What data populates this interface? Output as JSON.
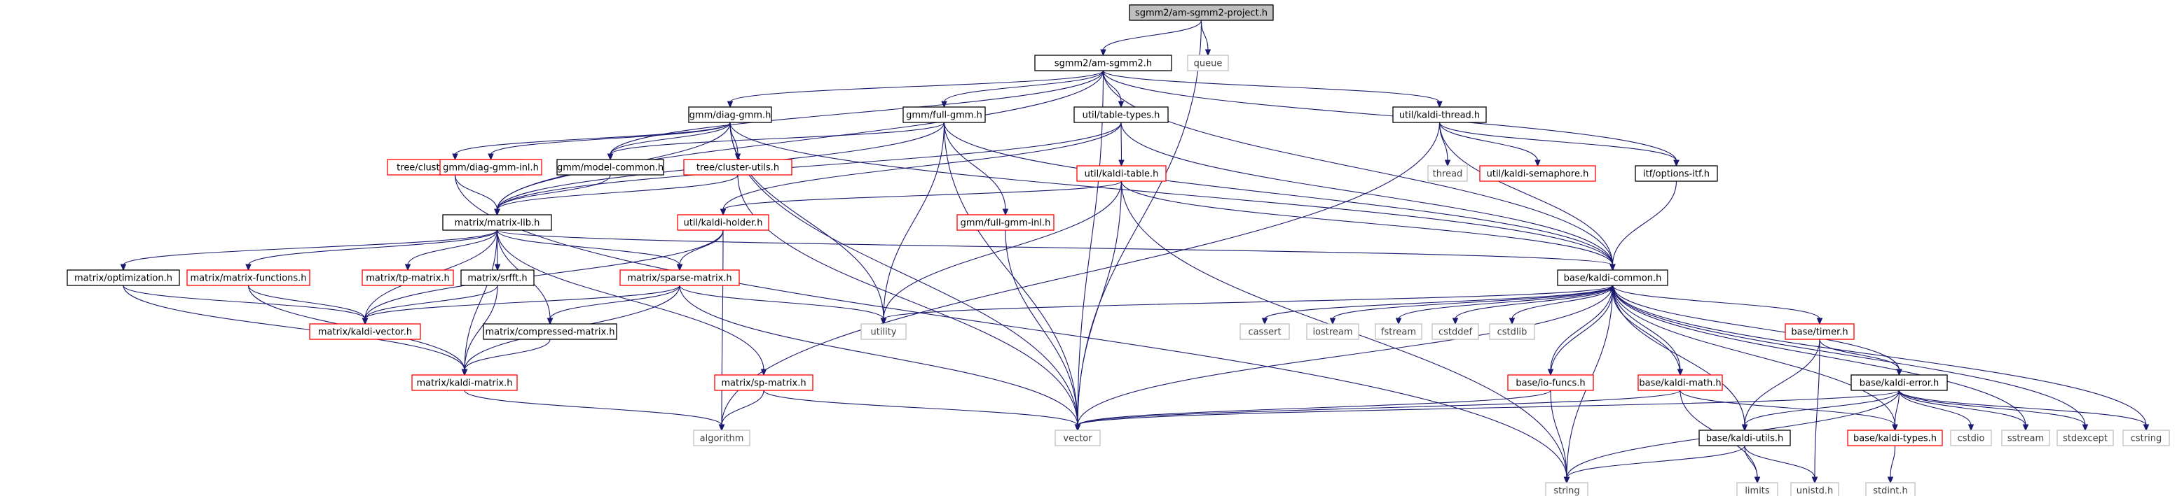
{
  "colors": {
    "edge": "#191970",
    "root_fill": "#bfbfbf",
    "normal_border": "#000000",
    "incomplete_border": "#ff0000",
    "external_border": "#bfbfbf"
  },
  "nodes": [
    {
      "id": "root",
      "label": "sgmm2/am-sgmm2-project.h",
      "kind": "root"
    },
    {
      "id": "amsgmm2",
      "label": "sgmm2/am-sgmm2.h",
      "kind": "normal"
    },
    {
      "id": "queue",
      "label": "queue",
      "kind": "grey"
    },
    {
      "id": "diaggmm",
      "label": "gmm/diag-gmm.h",
      "kind": "normal"
    },
    {
      "id": "fullgmm",
      "label": "gmm/full-gmm.h",
      "kind": "normal"
    },
    {
      "id": "tabletypes",
      "label": "util/table-types.h",
      "kind": "normal"
    },
    {
      "id": "kaldithread",
      "label": "util/kaldi-thread.h",
      "kind": "normal"
    },
    {
      "id": "clusterable",
      "label": "tree/clusterable-classes.h",
      "kind": "red"
    },
    {
      "id": "diaggmminl",
      "label": "gmm/diag-gmm-inl.h",
      "kind": "red"
    },
    {
      "id": "modelcommon",
      "label": "gmm/model-common.h",
      "kind": "normal"
    },
    {
      "id": "clusterutils",
      "label": "tree/cluster-utils.h",
      "kind": "red"
    },
    {
      "id": "kalditable",
      "label": "util/kaldi-table.h",
      "kind": "red"
    },
    {
      "id": "thread",
      "label": "thread",
      "kind": "grey"
    },
    {
      "id": "semaphore",
      "label": "util/kaldi-semaphore.h",
      "kind": "red"
    },
    {
      "id": "optionsitf",
      "label": "itf/options-itf.h",
      "kind": "normal"
    },
    {
      "id": "matrixlib",
      "label": "matrix/matrix-lib.h",
      "kind": "normal"
    },
    {
      "id": "kaldiholder",
      "label": "util/kaldi-holder.h",
      "kind": "red"
    },
    {
      "id": "fullgmminl",
      "label": "gmm/full-gmm-inl.h",
      "kind": "red"
    },
    {
      "id": "kaldicommon",
      "label": "base/kaldi-common.h",
      "kind": "normal"
    },
    {
      "id": "optimization",
      "label": "matrix/optimization.h",
      "kind": "normal"
    },
    {
      "id": "matrixfunctions",
      "label": "matrix/matrix-functions.h",
      "kind": "red"
    },
    {
      "id": "tpmatrix",
      "label": "matrix/tp-matrix.h",
      "kind": "red"
    },
    {
      "id": "srfft",
      "label": "matrix/srfft.h",
      "kind": "normal"
    },
    {
      "id": "sparsematrix",
      "label": "matrix/sparse-matrix.h",
      "kind": "red"
    },
    {
      "id": "kaldivector",
      "label": "matrix/kaldi-vector.h",
      "kind": "red"
    },
    {
      "id": "utility",
      "label": "utility",
      "kind": "grey"
    },
    {
      "id": "compressed",
      "label": "matrix/compressed-matrix.h",
      "kind": "normal"
    },
    {
      "id": "kaldimatrix",
      "label": "matrix/kaldi-matrix.h",
      "kind": "red"
    },
    {
      "id": "spmatrix",
      "label": "matrix/sp-matrix.h",
      "kind": "red"
    },
    {
      "id": "algorithm",
      "label": "algorithm",
      "kind": "grey"
    },
    {
      "id": "vector",
      "label": "vector",
      "kind": "grey"
    },
    {
      "id": "string",
      "label": "string",
      "kind": "grey"
    },
    {
      "id": "cassert",
      "label": "cassert",
      "kind": "grey"
    },
    {
      "id": "iostream",
      "label": "iostream",
      "kind": "grey"
    },
    {
      "id": "fstream",
      "label": "fstream",
      "kind": "grey"
    },
    {
      "id": "cstddef",
      "label": "cstddef",
      "kind": "grey"
    },
    {
      "id": "cstdlib",
      "label": "cstdlib",
      "kind": "grey"
    },
    {
      "id": "timer",
      "label": "base/timer.h",
      "kind": "red"
    },
    {
      "id": "iofuncs",
      "label": "base/io-funcs.h",
      "kind": "red"
    },
    {
      "id": "kaldimath",
      "label": "base/kaldi-math.h",
      "kind": "red"
    },
    {
      "id": "kaldierror",
      "label": "base/kaldi-error.h",
      "kind": "normal"
    },
    {
      "id": "kaldiutils",
      "label": "base/kaldi-utils.h",
      "kind": "normal"
    },
    {
      "id": "kalditypes",
      "label": "base/kaldi-types.h",
      "kind": "red"
    },
    {
      "id": "cstdio",
      "label": "cstdio",
      "kind": "grey"
    },
    {
      "id": "sstream",
      "label": "sstream",
      "kind": "grey"
    },
    {
      "id": "stdexcept",
      "label": "stdexcept",
      "kind": "grey"
    },
    {
      "id": "cstring",
      "label": "cstring",
      "kind": "grey"
    },
    {
      "id": "limits",
      "label": "limits",
      "kind": "grey"
    },
    {
      "id": "unistdh",
      "label": "unistd.h",
      "kind": "grey"
    },
    {
      "id": "stdinth",
      "label": "stdint.h",
      "kind": "grey"
    }
  ],
  "edges": [
    [
      "root",
      "amsgmm2"
    ],
    [
      "root",
      "queue"
    ],
    [
      "root",
      "vector"
    ],
    [
      "amsgmm2",
      "diaggmm"
    ],
    [
      "amsgmm2",
      "fullgmm"
    ],
    [
      "amsgmm2",
      "tabletypes"
    ],
    [
      "amsgmm2",
      "kaldithread"
    ],
    [
      "amsgmm2",
      "matrixlib"
    ],
    [
      "amsgmm2",
      "modelcommon"
    ],
    [
      "amsgmm2",
      "optionsitf"
    ],
    [
      "amsgmm2",
      "kaldicommon"
    ],
    [
      "amsgmm2",
      "vector"
    ],
    [
      "diaggmm",
      "clusterable"
    ],
    [
      "diaggmm",
      "diaggmminl"
    ],
    [
      "diaggmm",
      "modelcommon"
    ],
    [
      "diaggmm",
      "clusterutils"
    ],
    [
      "diaggmm",
      "matrixlib"
    ],
    [
      "diaggmm",
      "kaldicommon"
    ],
    [
      "diaggmm",
      "utility"
    ],
    [
      "diaggmm",
      "vector"
    ],
    [
      "fullgmm",
      "modelcommon"
    ],
    [
      "fullgmm",
      "matrixlib"
    ],
    [
      "fullgmm",
      "fullgmminl"
    ],
    [
      "fullgmm",
      "kaldicommon"
    ],
    [
      "fullgmm",
      "utility"
    ],
    [
      "fullgmm",
      "vector"
    ],
    [
      "tabletypes",
      "kalditable"
    ],
    [
      "tabletypes",
      "kaldiholder"
    ],
    [
      "tabletypes",
      "matrixlib"
    ],
    [
      "tabletypes",
      "kaldicommon"
    ],
    [
      "kaldithread",
      "thread"
    ],
    [
      "kaldithread",
      "semaphore"
    ],
    [
      "kaldithread",
      "optionsitf"
    ],
    [
      "kaldithread",
      "kaldicommon"
    ],
    [
      "kaldithread",
      "algorithm"
    ],
    [
      "clusterable",
      "matrixlib"
    ],
    [
      "clusterable",
      "string"
    ],
    [
      "modelcommon",
      "matrixlib"
    ],
    [
      "clusterutils",
      "matrixlib"
    ],
    [
      "clusterutils",
      "vector"
    ],
    [
      "kalditable",
      "kaldiholder"
    ],
    [
      "kalditable",
      "kaldicommon"
    ],
    [
      "kalditable",
      "utility"
    ],
    [
      "kalditable",
      "vector"
    ],
    [
      "kalditable",
      "string"
    ],
    [
      "optionsitf",
      "kaldicommon"
    ],
    [
      "kaldiholder",
      "sparsematrix"
    ],
    [
      "kaldiholder",
      "kaldivector"
    ],
    [
      "kaldiholder",
      "algorithm"
    ],
    [
      "fullgmminl",
      "vector"
    ],
    [
      "matrixlib",
      "optimization"
    ],
    [
      "matrixlib",
      "matrixfunctions"
    ],
    [
      "matrixlib",
      "tpmatrix"
    ],
    [
      "matrixlib",
      "srfft"
    ],
    [
      "matrixlib",
      "sparsematrix"
    ],
    [
      "matrixlib",
      "kaldivector"
    ],
    [
      "matrixlib",
      "compressed"
    ],
    [
      "matrixlib",
      "kaldimatrix"
    ],
    [
      "matrixlib",
      "spmatrix"
    ],
    [
      "matrixlib",
      "kaldicommon"
    ],
    [
      "optimization",
      "kaldivector"
    ],
    [
      "optimization",
      "kaldimatrix"
    ],
    [
      "matrixfunctions",
      "kaldivector"
    ],
    [
      "matrixfunctions",
      "kaldimatrix"
    ],
    [
      "srfft",
      "kaldivector"
    ],
    [
      "srfft",
      "kaldimatrix"
    ],
    [
      "sparsematrix",
      "kaldivector"
    ],
    [
      "sparsematrix",
      "compressed"
    ],
    [
      "sparsematrix",
      "kaldimatrix"
    ],
    [
      "sparsematrix",
      "utility"
    ],
    [
      "sparsematrix",
      "vector"
    ],
    [
      "compressed",
      "kaldimatrix"
    ],
    [
      "kaldimatrix",
      "algorithm"
    ],
    [
      "spmatrix",
      "algorithm"
    ],
    [
      "spmatrix",
      "vector"
    ],
    [
      "kaldicommon",
      "cassert"
    ],
    [
      "kaldicommon",
      "iostream"
    ],
    [
      "kaldicommon",
      "fstream"
    ],
    [
      "kaldicommon",
      "cstddef"
    ],
    [
      "kaldicommon",
      "cstdlib"
    ],
    [
      "kaldicommon",
      "utility"
    ],
    [
      "kaldicommon",
      "vector"
    ],
    [
      "kaldicommon",
      "string"
    ],
    [
      "kaldicommon",
      "timer"
    ],
    [
      "kaldicommon",
      "iofuncs"
    ],
    [
      "kaldicommon",
      "kaldimath"
    ],
    [
      "kaldicommon",
      "kaldierror"
    ],
    [
      "kaldicommon",
      "kaldiutils"
    ],
    [
      "kaldicommon",
      "kalditypes"
    ],
    [
      "kaldicommon",
      "sstream"
    ],
    [
      "kaldicommon",
      "stdexcept"
    ],
    [
      "kaldicommon",
      "cstring"
    ],
    [
      "iofuncs",
      "kaldicommon"
    ],
    [
      "iofuncs",
      "vector"
    ],
    [
      "iofuncs",
      "string"
    ],
    [
      "kaldimath",
      "kaldicommon"
    ],
    [
      "kaldimath",
      "vector"
    ],
    [
      "kaldimath",
      "limits"
    ],
    [
      "kaldimath",
      "kalditypes"
    ],
    [
      "timer",
      "kaldierror"
    ],
    [
      "timer",
      "kaldiutils"
    ],
    [
      "timer",
      "unistdh"
    ],
    [
      "kaldierror",
      "kalditypes"
    ],
    [
      "kaldierror",
      "kaldiutils"
    ],
    [
      "kaldierror",
      "cstdio"
    ],
    [
      "kaldierror",
      "sstream"
    ],
    [
      "kaldierror",
      "stdexcept"
    ],
    [
      "kaldierror",
      "cstring"
    ],
    [
      "kaldierror",
      "vector"
    ],
    [
      "kaldierror",
      "string"
    ],
    [
      "kaldiutils",
      "string"
    ],
    [
      "kaldiutils",
      "limits"
    ],
    [
      "kaldiutils",
      "unistdh"
    ],
    [
      "kalditypes",
      "stdinth"
    ]
  ]
}
